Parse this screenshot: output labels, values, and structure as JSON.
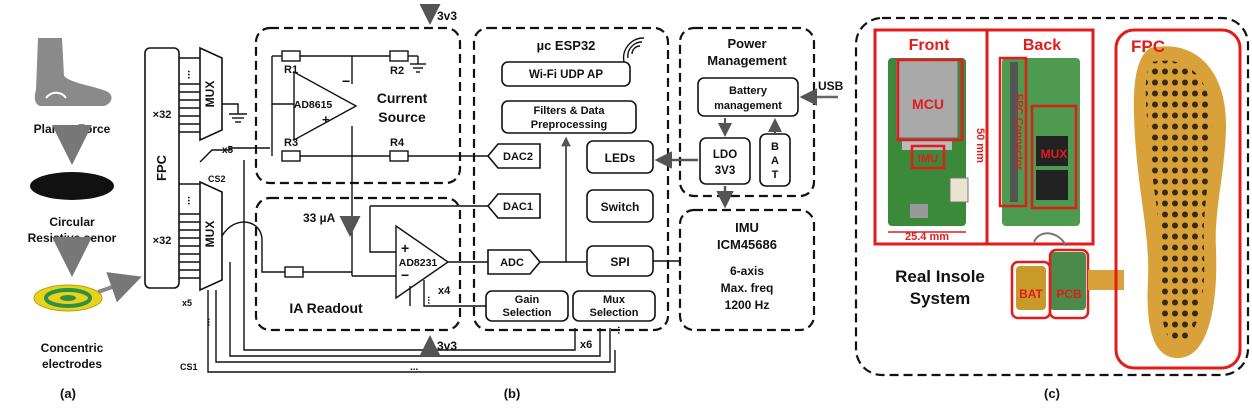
{
  "panel_a": {
    "plantar_force": "Plantar Force",
    "circular_line1": "Circular",
    "circular_line2": "Resistive senor",
    "concentric_line1": "Concentric",
    "concentric_line2": "electrodes",
    "caption": "(a)"
  },
  "panel_b": {
    "fpc": "FPC",
    "x32_top": "×32",
    "x32_bottom": "×32",
    "mux_top": "MUX",
    "mux_bottom": "MUX",
    "x5_top": "x5",
    "x5_left": "x5",
    "cs1": "CS1",
    "cs2": "CS2",
    "v33_top": "3v3",
    "v33_bottom": "3v3",
    "r1": "R1",
    "r2": "R2",
    "r3": "R3",
    "r4": "R4",
    "opamp_top": "AD8615",
    "current_line1": "Current",
    "current_line2": "Source",
    "current_ua": "33 µA",
    "ia_amp": "AD8231",
    "ia_readout": "IA Readout",
    "x4": "x4",
    "x6": "x6",
    "dots": "...",
    "esp_title": "µc ESP32",
    "wifi": "Wi-Fi UDP AP",
    "filters_line1": "Filters & Data",
    "filters_line2": "Preprocessing",
    "leds": "LEDs",
    "switch": "Switch",
    "dac2": "DAC2",
    "dac1": "DAC1",
    "adc": "ADC",
    "spi": "SPI",
    "gain_line1": "Gain",
    "gain_line2": "Selection",
    "mux_sel_line1": "Mux",
    "mux_sel_line2": "Selection",
    "power_line1": "Power",
    "power_line2": "Management",
    "battery_line1": "Battery",
    "battery_line2": "management",
    "ldo_line1": "LDO",
    "ldo_line2": "3V3",
    "bat_letters": [
      "B",
      "A",
      "T"
    ],
    "usb": "USB",
    "imu_title": "IMU",
    "imu_model": "ICM45686",
    "imu_axis": "6-axis",
    "imu_maxfreq": "Max. freq",
    "imu_hz": "1200 Hz",
    "caption": "(b)"
  },
  "panel_c": {
    "front": "Front",
    "back": "Back",
    "fpc": "FPC",
    "mcu": "MCU",
    "imu": "IMU",
    "mux": "MUX",
    "fpc_connector": "FPC Connector",
    "dim_50": "50 mm",
    "dim_254": "25.4 mm",
    "real_line1": "Real Insole",
    "real_line2": "System",
    "bat": "BAT",
    "pcb": "PCB",
    "caption": "(c)"
  },
  "colors": {
    "highlight_red": "#e21b1b",
    "pcb_green": "#3a8a3a",
    "fpc_orange": "#d9a13a",
    "electrode_yellow": "#e8d21c",
    "electrode_green": "#2f8f45"
  }
}
